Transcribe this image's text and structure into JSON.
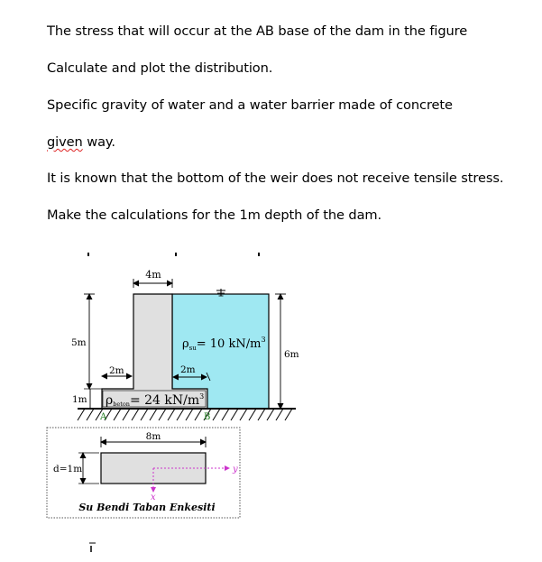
{
  "document": {
    "paragraphs": [
      "The stress that will occur at the AB base of the dam in the figure",
      "Calculate and plot the distribution.",
      "Specific gravity of water and a water barrier made of concrete",
      "way.",
      "It is known that the bottom of the weir does not receive tensile stress.",
      "Make the calculations for the 1m depth of the dam."
    ],
    "misspelled_word": "given"
  },
  "figure": {
    "dim_top": "4m",
    "dim_left_height": "5m",
    "dim_right_height": "6m",
    "dim_step_left": "2m",
    "dim_step_right": "2m",
    "dim_base_height": "1m",
    "water_label_main": "ρ",
    "water_label_sub": "su",
    "water_label_rest": "= 10 kN/m",
    "water_label_sup": "3",
    "concrete_label_main": "ρ",
    "concrete_label_sub": "beton",
    "concrete_label_rest": "= 24 kN/m",
    "concrete_label_sup": "3",
    "point_a": "A",
    "point_b": "B",
    "section_width": "8m",
    "section_depth": "d=1m",
    "axis_y": "y",
    "axis_x": "x",
    "section_caption": "Su Bendi Taban Enkesiti",
    "colors": {
      "water": "#9fe8f2",
      "concrete": "#e0e0e0",
      "point_labels": "#1a7a1a"
    }
  }
}
